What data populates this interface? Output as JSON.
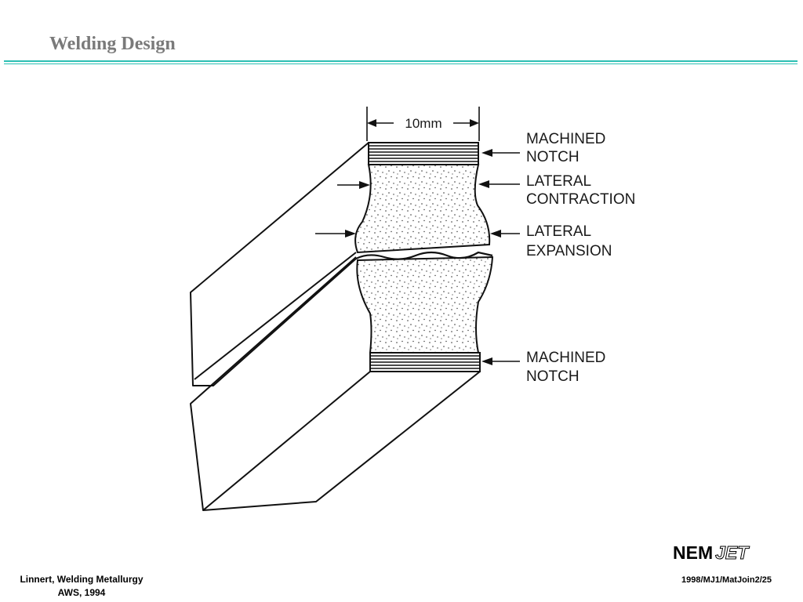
{
  "slide": {
    "title": "Welding Design",
    "accent_color": "#2bbfb3"
  },
  "diagram": {
    "dimension_label": "10mm",
    "callouts": [
      {
        "line1": "MACHINED",
        "line2": "NOTCH"
      },
      {
        "line1": "LATERAL",
        "line2": "CONTRACTION"
      },
      {
        "line1": "LATERAL",
        "line2": "EXPANSION"
      },
      {
        "line1": "MACHINED",
        "line2": "NOTCH"
      }
    ]
  },
  "footer": {
    "credit_line1": "Linnert, Welding Metallurgy",
    "credit_line2": "AWS, 1994",
    "logo_main": "NEM",
    "logo_sub": "JET",
    "slide_ref": "1998/MJ1/MatJoin2/25"
  }
}
